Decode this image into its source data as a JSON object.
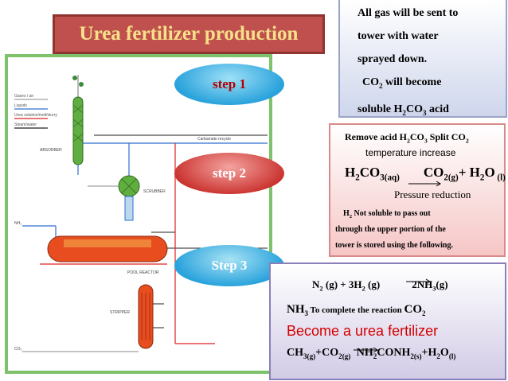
{
  "title": "Urea fertilizer production",
  "steps": {
    "step1": "step  1",
    "step2": "step 2",
    "step3": "Step 3"
  },
  "legend": [
    "Gases / air",
    "Liquids",
    "Urea solution/melt/slurry",
    "Steam/water"
  ],
  "equipment": {
    "absorber": "ABSORBER",
    "scrubber": "SCRUBBER",
    "pool_reactor": "POOL REACTOR",
    "stripper": "STRIPPER",
    "carbamate_recycle": "Carbamate recycle",
    "nh3": "NH₃",
    "co2": "CO₂"
  },
  "box1": {
    "line1": "All gas will be sent to",
    "line2": "tower with water",
    "line3": "sprayed down.",
    "line4_a": "CO",
    "line4_sub": "2",
    "line4_b": " will become",
    "line5_a": "soluble H",
    "line5_sub1": "2",
    "line5_b": "CO",
    "line5_sub2": "3",
    "line5_c": " acid"
  },
  "box2": {
    "head_a": "Remove acid H",
    "head_sub1": "2",
    "head_b": "CO",
    "head_sub2": "3",
    "head_c": " Split CO",
    "head_sub3": "2",
    "temp": "temperature increase",
    "eq_lhs": "H",
    "eq_lhs_sub1": "2",
    "eq_lhs_b": "CO",
    "eq_lhs_sub2": "3(aq)",
    "eq_rhs_a": "CO",
    "eq_rhs_sub1": "2(g)",
    "eq_rhs_b": "+ H",
    "eq_rhs_sub2": "2",
    "eq_rhs_c": "O",
    "eq_rhs_sub3": " (l)",
    "pressure": "Pressure reduction",
    "note1_a": "H",
    "note1_sub": "2",
    "note1_b": "  Not soluble to pass out",
    "note2": "through the upper portion of the",
    "note3": "tower is stored using the following."
  },
  "box3": {
    "eq1_a": "N",
    "eq1_sub1": "2",
    "eq1_b": " (g) +  3H",
    "eq1_sub2": "2",
    "eq1_c": " (g)",
    "eq1_d": "2NH",
    "eq1_sub3": "3",
    "eq1_e": "(g)",
    "line2_a": "NH",
    "line2_sub1": "3",
    "line2_b": " To complete the reaction ",
    "line2_c": "CO",
    "line2_sub2": "2",
    "line3": "Become a urea fertilizer",
    "eq2_a": "CH",
    "eq2_sub1": "3(g)",
    "eq2_b": "+CO",
    "eq2_sub2": "2(g)",
    "eq2_c": " NH",
    "eq2_sub3": "2",
    "eq2_d": "CONH",
    "eq2_sub4": "2(s)",
    "eq2_e": "+H",
    "eq2_sub5": "2",
    "eq2_f": "O",
    "eq2_sub6": "(l)"
  },
  "colors": {
    "title_bg": "#c0504d",
    "title_text": "#f6e08a",
    "frame": "#7ec36b",
    "gas_line": "#a0a0a0",
    "liquid_line": "#2e6fd0",
    "urea_line": "#e02020",
    "steam_line": "#202020",
    "highlight_red": "#d40000"
  }
}
